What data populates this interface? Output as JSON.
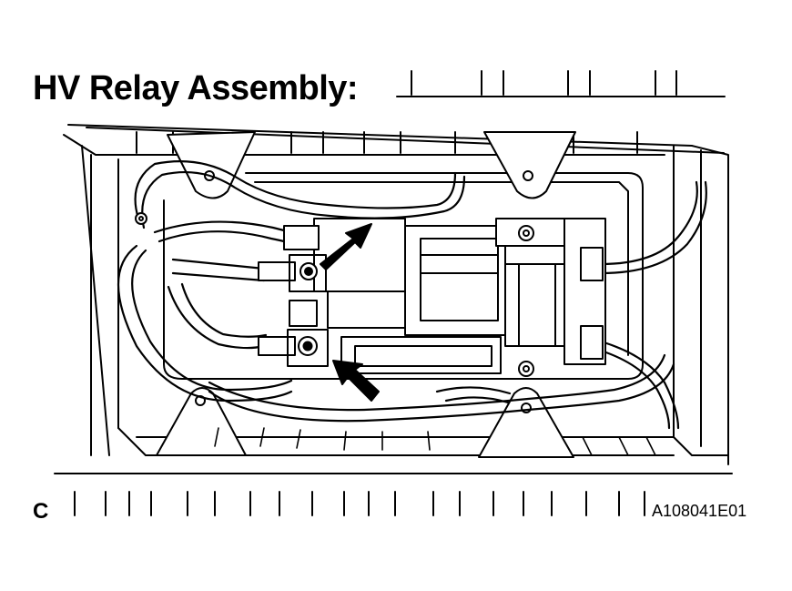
{
  "title": "HV Relay Assembly:",
  "view_letter": "C",
  "figure_code": "A108041E01"
}
